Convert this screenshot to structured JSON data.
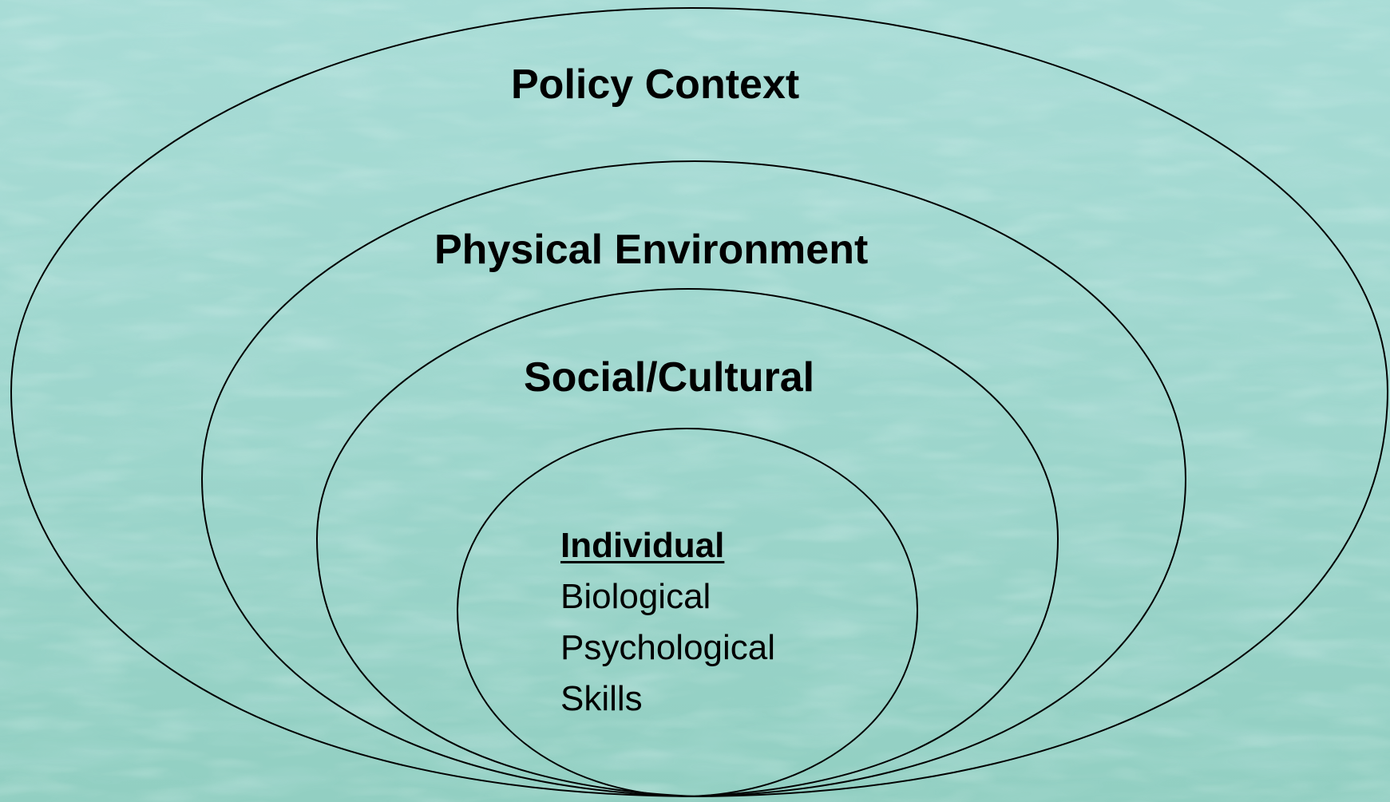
{
  "diagram": {
    "layers": [
      {
        "label": "Policy Context"
      },
      {
        "label": "Physical Environment"
      },
      {
        "label": "Social/Cultural"
      }
    ],
    "individual": {
      "title": "Individual",
      "items": [
        "Biological",
        "Psychological",
        "Skills"
      ]
    },
    "colors": {
      "background": "#9fd6cf",
      "stroke": "#000000"
    }
  }
}
